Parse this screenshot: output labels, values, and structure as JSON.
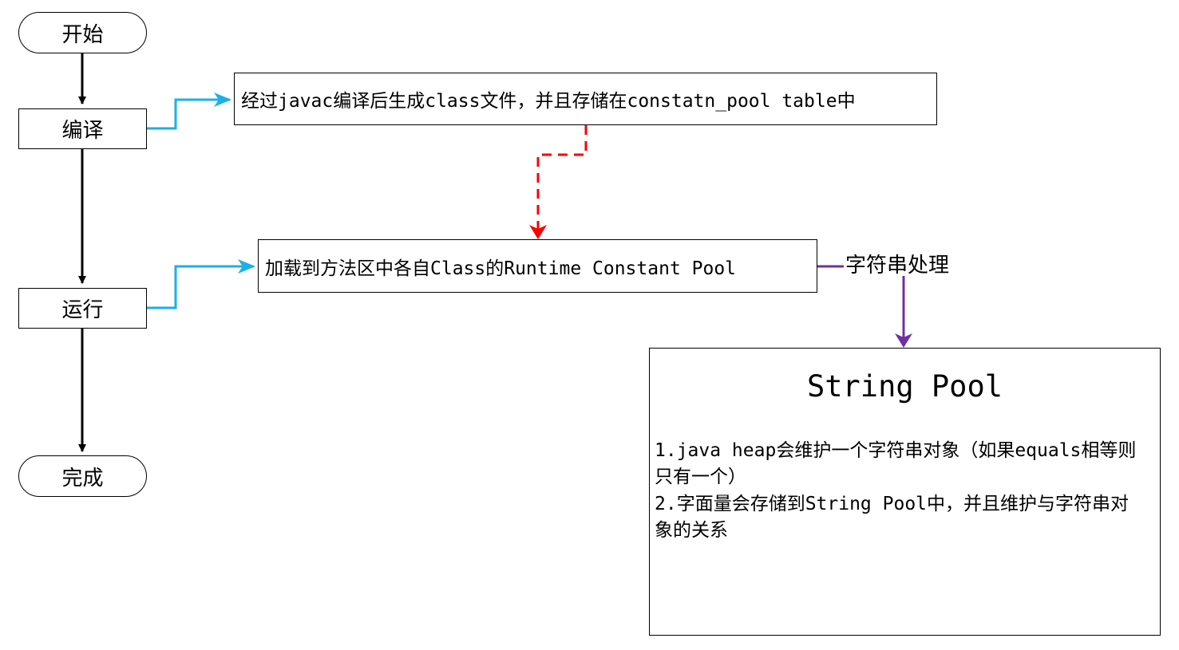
{
  "flowchart": {
    "start_label": "开始",
    "compile_label": "编译",
    "run_label": "运行",
    "end_label": "完成"
  },
  "notes": {
    "compile_note": "经过javac编译后生成class文件，并且存储在constatn_pool table中",
    "runtime_note": "加载到方法区中各自Class的Runtime Constant Pool"
  },
  "edges": {
    "string_process_label": "字符串处理"
  },
  "string_pool": {
    "title": "String Pool",
    "items": [
      "1.java heap会维护一个字符串对象（如果equals相等则只有一个）",
      "2.字面量会存储到String Pool中，并且维护与字符串对象的关系"
    ]
  },
  "colors": {
    "flow_arrow": "#000000",
    "note_arrow": "#1ab0e8",
    "load_arrow": "#ff0000",
    "string_arrow": "#7030a0"
  }
}
